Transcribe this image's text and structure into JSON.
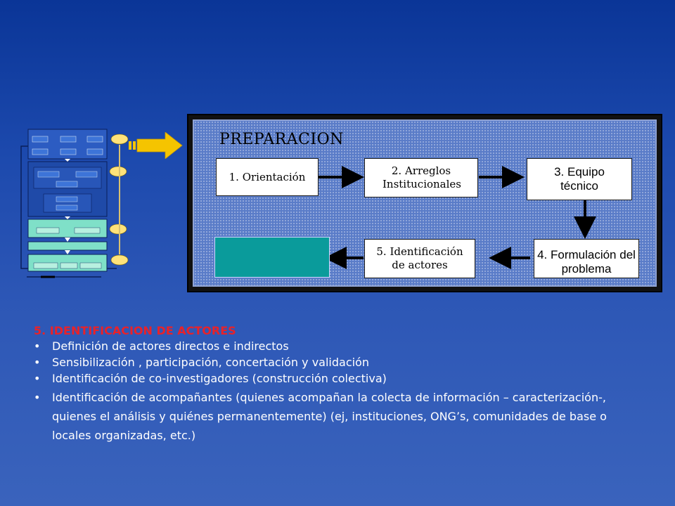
{
  "panel": {
    "title": "PREPARACION",
    "steps": [
      {
        "label": "1. Orientación"
      },
      {
        "label": "2. Arreglos Institucionales"
      },
      {
        "label": "3. Equipo técnico"
      },
      {
        "label": "4. Formulación del problema"
      },
      {
        "label": "5. Identificación de actores"
      }
    ]
  },
  "section": {
    "title": "5. IDENTIFICACION DE ACTORES",
    "bullets": [
      "Definición de actores directos e indirectos",
      "Sensibilización , participación, concertación y validación",
      "Identificación de co-investigadores (construcción colectiva)",
      "Identificación de acompañantes (quienes acompañan la colecta de información – caracterización-, quienes el análisis y quiénes permanentemente) (ej, instituciones, ONG’s, comunidades de base o locales organizadas, etc.)"
    ]
  },
  "colors": {
    "accent_red": "#e8222a",
    "arrow_yellow": "#f5c400",
    "teal_box": "#0a9b9b",
    "panel_blue": "#5a7cc8"
  },
  "icons": {
    "big_arrow": "right-arrow-icon",
    "flow_thumbnail": "process-diagram-thumbnail"
  }
}
